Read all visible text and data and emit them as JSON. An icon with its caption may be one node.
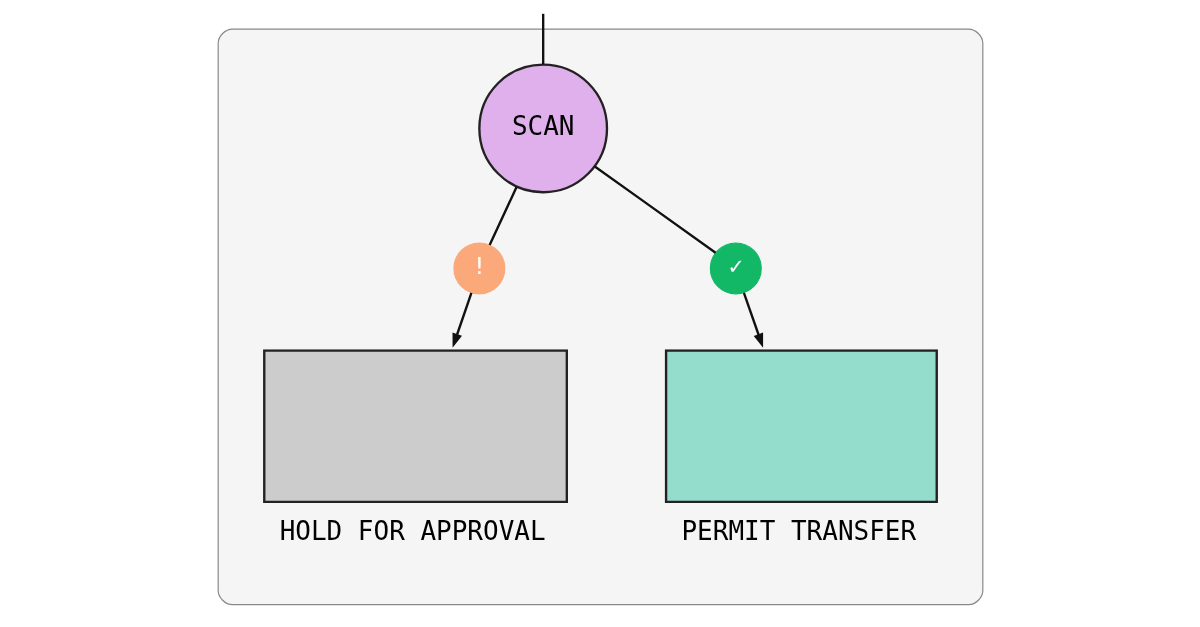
{
  "diagram": {
    "nodes": [
      {
        "text": [],
        "shape": "box"
      },
      {
        "text": [
          "SCAN"
        ],
        "in": 0
      },
      {
        "text": [
          "!"
        ],
        "in": 0
      },
      {
        "text": [
          "✓"
        ],
        "in": 0
      },
      {
        "text": [
          "HOLD FOR APPROVAL"
        ],
        "in": 0
      },
      {
        "text": [
          "PERMIT TRANSFER"
        ],
        "in": 0
      }
    ],
    "edges": [
      {
        "from": null,
        "to": 1,
        "arrow": "none"
      },
      {
        "from": 1,
        "to": 2,
        "arrow": "none"
      },
      {
        "from": 2,
        "to": 4,
        "arrow": "to"
      },
      {
        "from": 1,
        "to": 3,
        "arrow": "none"
      },
      {
        "from": 3,
        "to": 5,
        "arrow": "to"
      }
    ]
  }
}
